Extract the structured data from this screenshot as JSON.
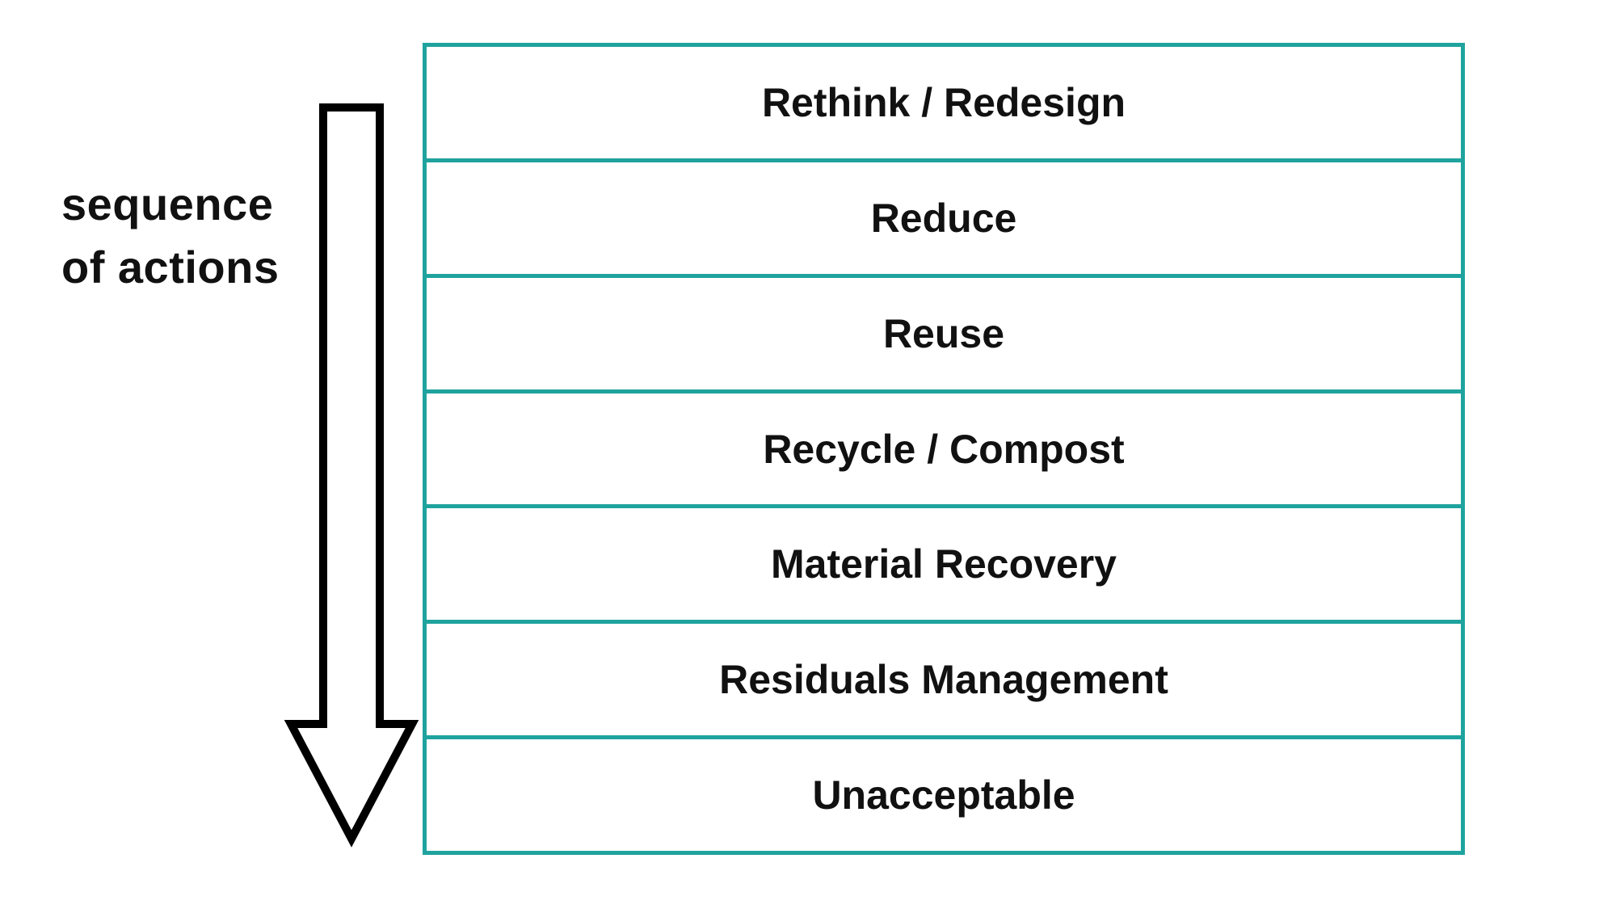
{
  "side_label": {
    "line1": "sequence",
    "line2": "of actions"
  },
  "levels": [
    {
      "label": "Rethink / Redesign"
    },
    {
      "label": "Reduce"
    },
    {
      "label": "Reuse"
    },
    {
      "label": "Recycle / Compost"
    },
    {
      "label": "Material Recovery"
    },
    {
      "label": "Residuals Management"
    },
    {
      "label": "Unacceptable"
    }
  ],
  "colors": {
    "border": "#1fa39e",
    "text": "#111111",
    "arrow": "#000000"
  }
}
